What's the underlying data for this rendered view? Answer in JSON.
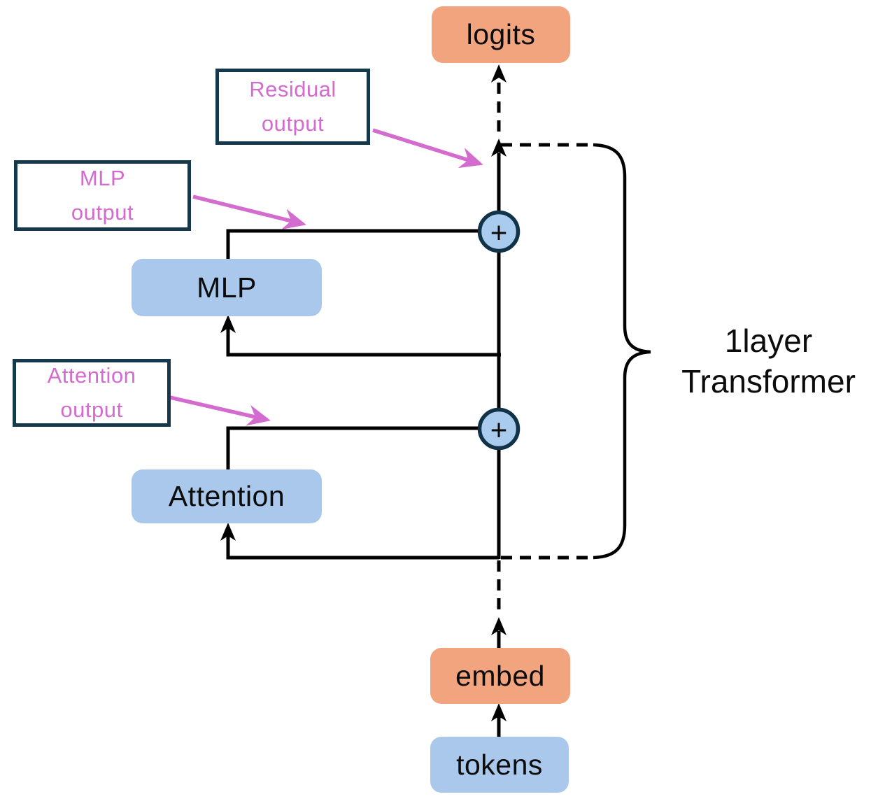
{
  "nodes": {
    "logits": {
      "label": "logits"
    },
    "mlp": {
      "label": "MLP"
    },
    "attention": {
      "label": "Attention"
    },
    "embed": {
      "label": "embed"
    },
    "tokens": {
      "label": "tokens"
    }
  },
  "annotations": {
    "residual_output": {
      "line1": "Residual",
      "line2": "output"
    },
    "mlp_output": {
      "line1": "MLP",
      "line2": "output"
    },
    "attention_output": {
      "line1": "Attention",
      "line2": "output"
    }
  },
  "brace_label": {
    "line1": "1layer",
    "line2": "Transformer"
  },
  "operators": {
    "add": "+"
  },
  "colors": {
    "node_orange": "#F2A47E",
    "node_blue": "#A9C8EB",
    "add_circle_fill": "#A9CBEE",
    "outline_navy": "#16384C",
    "annotation_pink": "#D46BCE",
    "line_black": "#000000"
  }
}
